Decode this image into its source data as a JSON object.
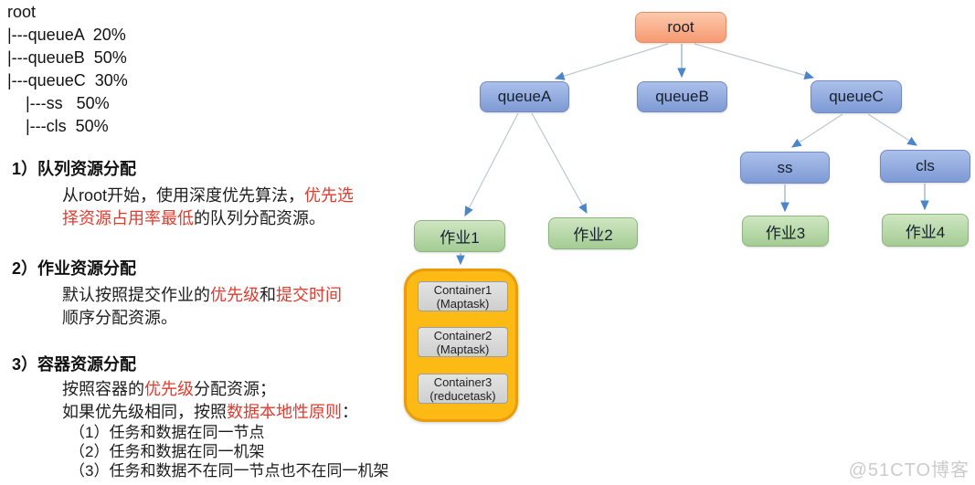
{
  "left": {
    "tree": "root\n|---queueA  20%\n|---queueB  50%\n|---queueC  30%\n    |---ss   50%\n    |---cls  50%",
    "sections": [
      {
        "heading": "1）队列资源分配",
        "seg_a": "从root开始，使用深度优先算法，",
        "seg_b": "优先选择资源占用率最低",
        "seg_c": "的队列分配资源。"
      },
      {
        "heading": "2）作业资源分配",
        "seg_a": "默认按照提交作业的",
        "seg_b": "优先级",
        "seg_c": "和",
        "seg_d": "提交时间",
        "seg_e": "顺序分配资源。"
      },
      {
        "heading": "3）容器资源分配",
        "line1_a": "按照容器的",
        "line1_b": "优先级",
        "line1_c": "分配资源；",
        "line2_a": "如果优先级相同，按照",
        "line2_b": "数据本地性原则",
        "line2_c": "：",
        "list": [
          "（1）任务和数据在同一节点",
          "（2）任务和数据在同一机架",
          "（3）任务和数据不在同一节点也不在同一机架"
        ]
      }
    ]
  },
  "diagram": {
    "nodes": {
      "root": "root",
      "queueA": "queueA",
      "queueB": "queueB",
      "queueC": "queueC",
      "ss": "ss",
      "cls": "cls",
      "job1": "作业1",
      "job2": "作业2",
      "job3": "作业3",
      "job4": "作业4"
    },
    "containers": [
      {
        "name": "Container1",
        "type": "(Maptask)"
      },
      {
        "name": "Container2",
        "type": "(Maptask)"
      },
      {
        "name": "Container3",
        "type": "(reducetask)"
      }
    ]
  },
  "watermark": "@51CTO博客",
  "colors": {
    "accent_red": "#e23b2e",
    "root_fill": "#f69a71",
    "queue_fill": "#7e9ad5",
    "job_fill": "#a4cc94",
    "container_fill": "#fdb914",
    "gray_fill": "#d9d9d9",
    "arrow_blue": "#4a86c8"
  }
}
